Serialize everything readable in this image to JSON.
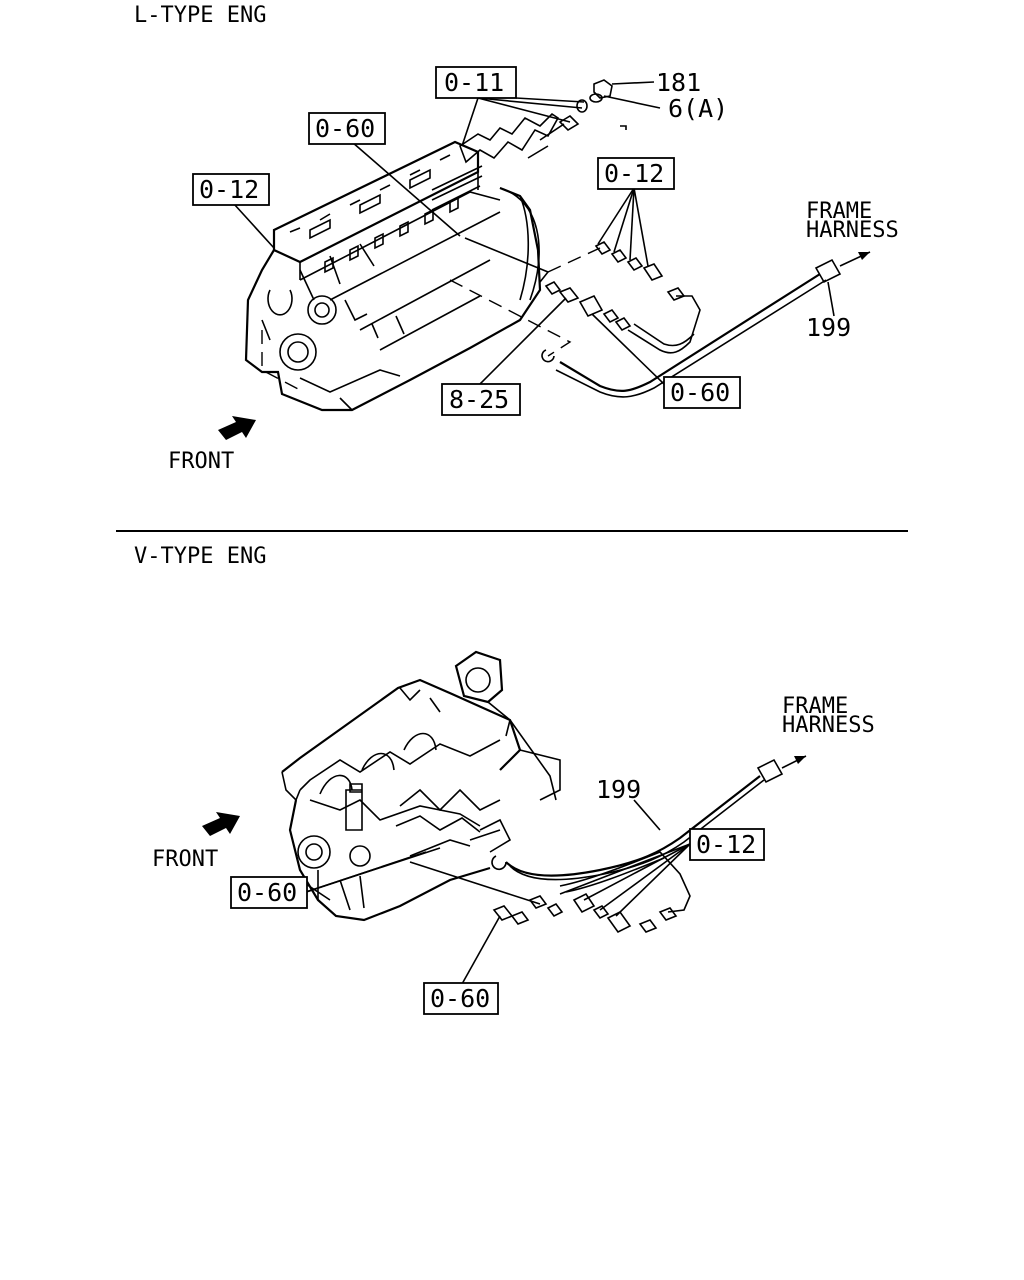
{
  "sections": {
    "l_type": {
      "title": "L-TYPE ENG",
      "refs": {
        "r011": "0-11",
        "r060_top": "0-60",
        "r012_left": "0-12",
        "r012_right": "0-12",
        "r825": "8-25",
        "r060_bottom": "0-60"
      },
      "parts": {
        "p181": "181",
        "p6a": "6(A)",
        "p199": "199"
      },
      "frame_harness": {
        "line1": "FRAME",
        "line2": "HARNESS"
      },
      "front": "FRONT"
    },
    "v_type": {
      "title": "V-TYPE ENG",
      "refs": {
        "r012": "0-12",
        "r060_left": "0-60",
        "r060_bottom": "0-60"
      },
      "parts": {
        "p199": "199"
      },
      "frame_harness": {
        "line1": "FRAME",
        "line2": "HARNESS"
      },
      "front": "FRONT"
    }
  }
}
